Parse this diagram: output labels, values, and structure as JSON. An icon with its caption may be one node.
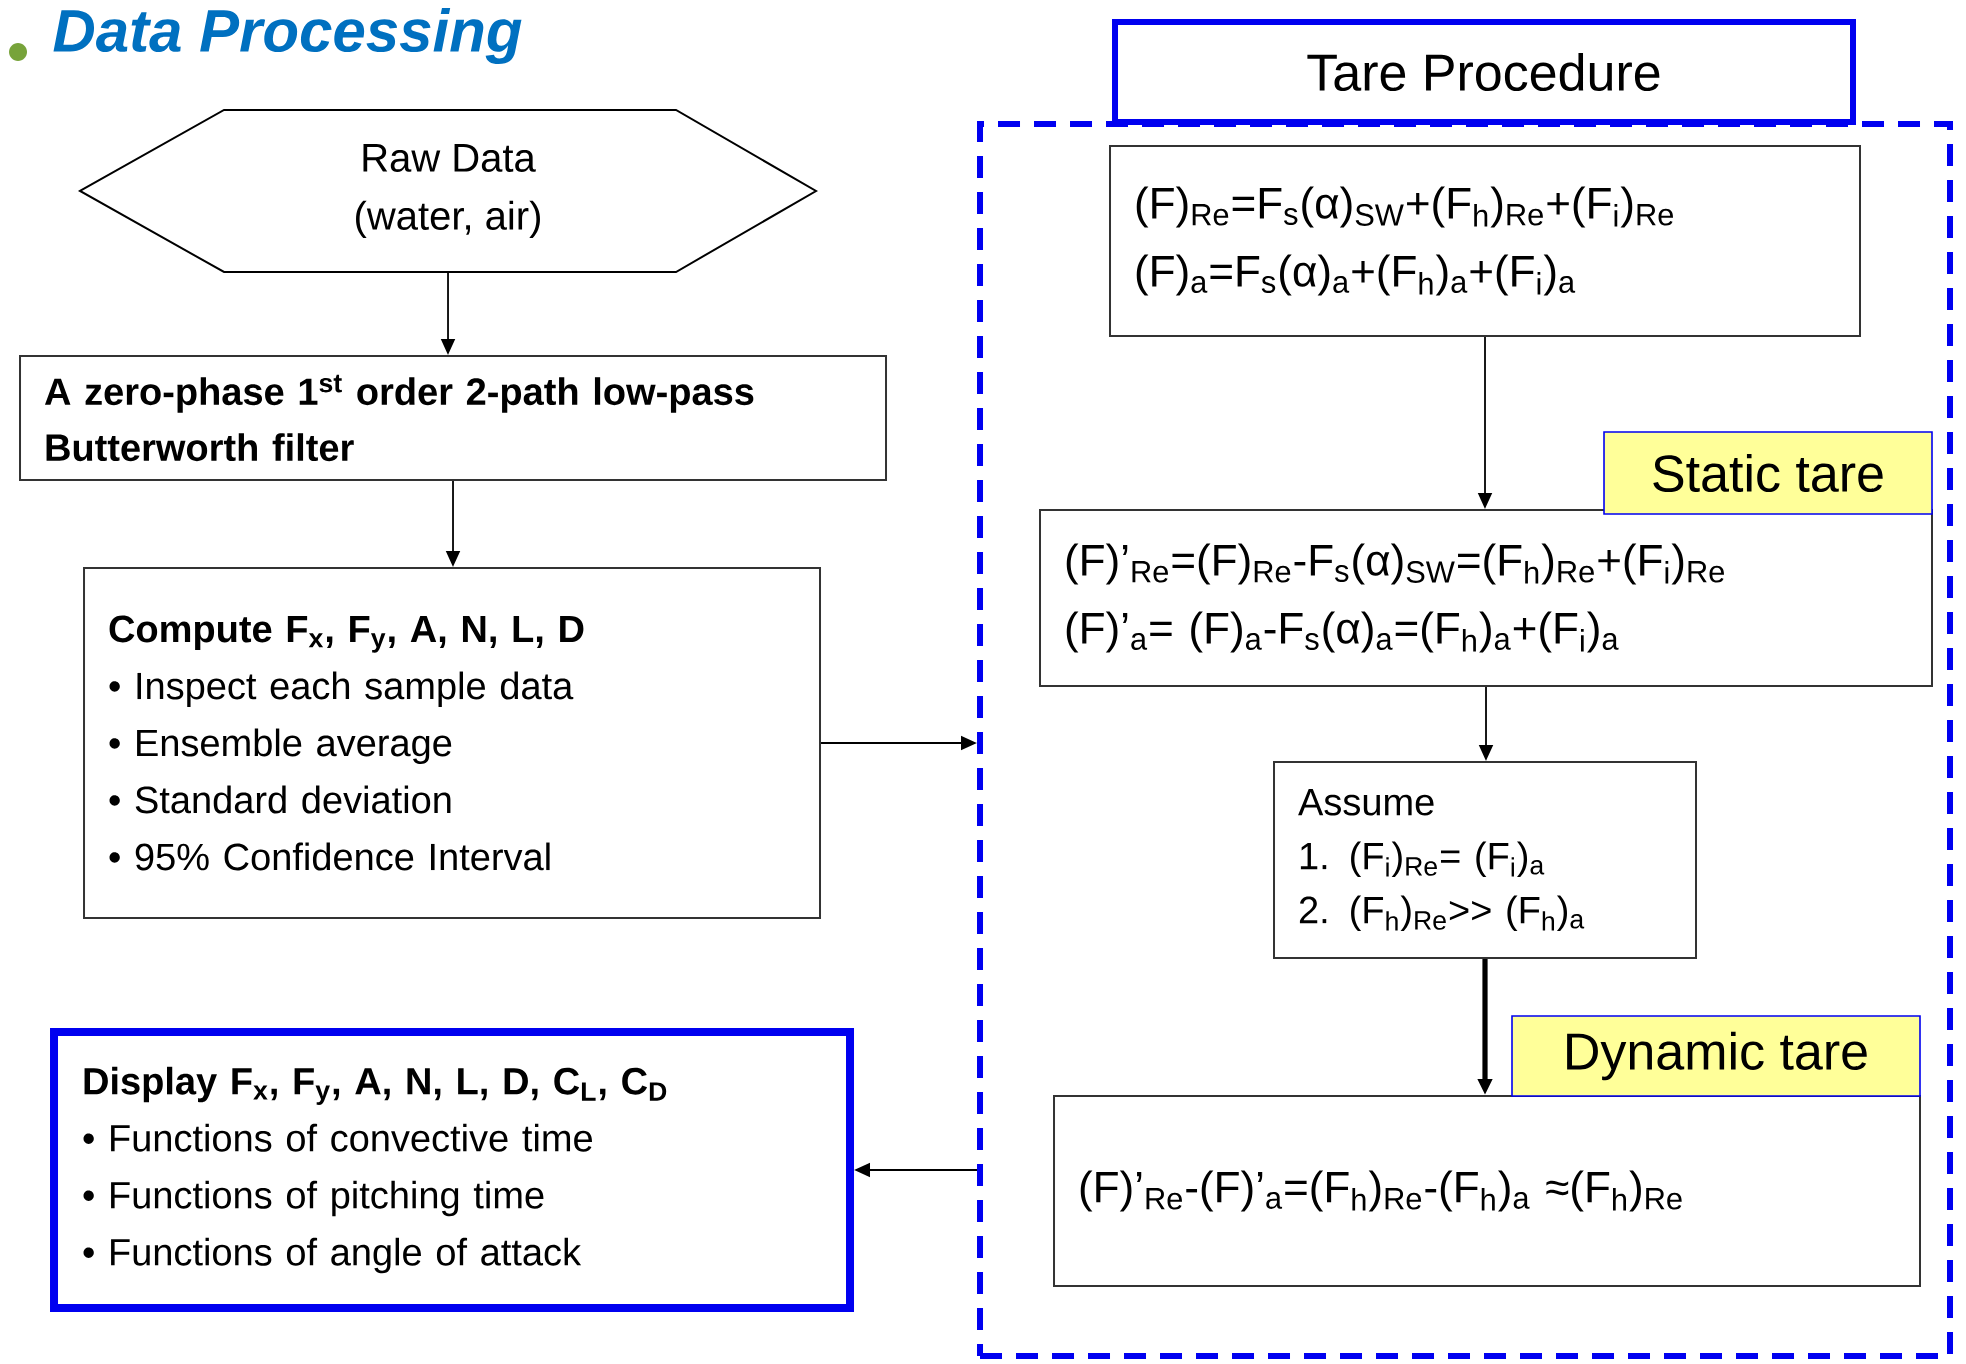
{
  "diagram": {
    "title": "Data Processing",
    "nodes": [
      {
        "text": [
          "Raw Data (water, air)"
        ]
      },
      {
        "text": [
          "A zero-phase 1$^{st}$ order 2-path low-pass Butterworth filter"
        ]
      },
      {
        "text": [
          "Compute F$_{x}$, F$_{y}$, A, N, L, D",
          "• Inspect each sample data",
          "• Ensemble average",
          "• Standard deviation",
          "• 95% Confidence Interval"
        ]
      },
      {
        "text": [
          "Tare Procedure"
        ]
      },
      {
        "text": [
          "(F)$_{Re}$=F$_{s}$(α)$_{SW}$+(F$_{h}$)$_{Re}$+(F$_{i}$)$_{Re}$",
          "(F)$_{a}$=F$_{s}$(α)$_{a}$+(F$_{h}$)$_{a}$+(F$_{i}$)$_{a}$"
        ],
        "in": 3
      },
      {
        "text": [
          "Static tare"
        ],
        "in": 3
      },
      {
        "text": [
          "(F)’$_{Re}$=(F)$_{Re}$-F$_{s}$(α)$_{SW}$=(F$_{h}$)$_{Re}$+(F$_{i}$)$_{Re}$",
          "(F)’$_{a}$= (F)$_{a}$-F$_{s}$(α)$_{a}$=(F$_{h}$)$_{a}$+(F$_{i}$)$_{a}$"
        ],
        "in": 3
      },
      {
        "text": [
          "Assume",
          "1. (F$_{i}$)$_{Re}$= (F$_{i}$)$_{a}$",
          "2. (F$_{h}$)$_{Re}$>> (F$_{h}$)$_{a}$"
        ],
        "in": 3
      },
      {
        "text": [
          "Dynamic tare"
        ],
        "in": 3
      },
      {
        "text": [
          "(F)’$_{Re}$-(F)’$_{a}$=(F$_{h}$)$_{Re}$-(F$_{h}$)$_{a}$ ≈(F$_{h}$)$_{Re}$"
        ],
        "in": 3
      },
      {
        "text": [
          "Display F$_{x}$, F$_{y}$, A, N, L, D, C$_{L}$, C$_{D}$",
          "• Functions of convective time",
          "• Functions of pitching time",
          "• Functions of angle of attack"
        ]
      }
    ],
    "edges": [
      {
        "from": 0,
        "to": 1,
        "arrow": "to"
      },
      {
        "from": 1,
        "to": 2,
        "arrow": "to"
      },
      {
        "from": 2,
        "to": 3,
        "arrow": "to"
      },
      {
        "from": 4,
        "to": 6,
        "arrow": "to"
      },
      {
        "from": 6,
        "to": 7,
        "arrow": "to"
      },
      {
        "from": 7,
        "to": 9,
        "arrow": "to",
        "style": "thick"
      },
      {
        "from": 3,
        "to": 10,
        "arrow": "to"
      }
    ]
  }
}
